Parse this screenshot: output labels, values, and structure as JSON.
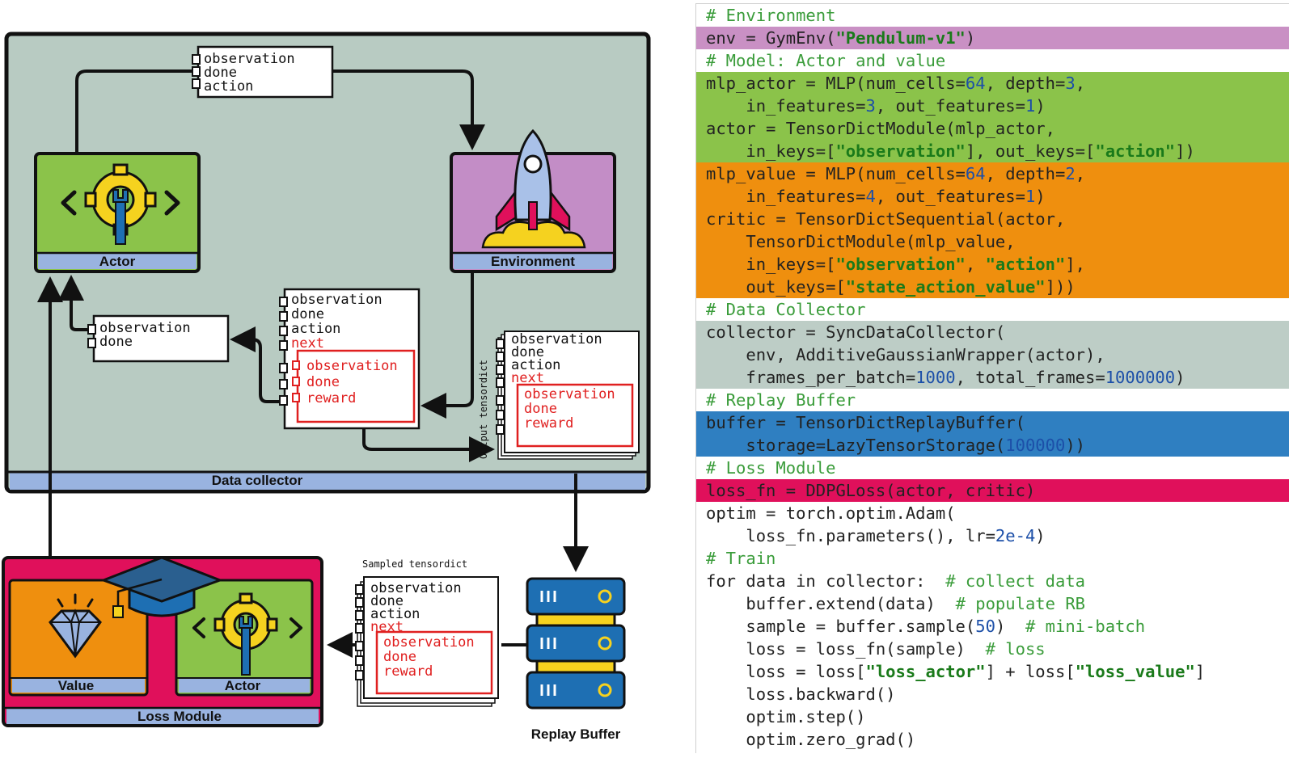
{
  "diagram": {
    "colors": {
      "data_collector": "#b8cbc2",
      "actor_green": "#8bc34a",
      "env_purple": "#c38dc6",
      "label_blue": "#99b3e0",
      "loss_magenta": "#e0105b",
      "value_orange": "#ef8f0e",
      "replay_blue": "#1e6fb3",
      "replay_yellow": "#f7d21e",
      "red_text": "#e02020"
    },
    "labels": {
      "actor": "Actor",
      "environment": "Environment",
      "data_collector": "Data collector",
      "value": "Value",
      "loss_actor": "Actor",
      "loss_module": "Loss Module",
      "replay_buffer": "Replay Buffer",
      "output_tensordict": "Output tensordict",
      "sampled_tensordict": "Sampled tensordict"
    },
    "top_td": [
      "observation",
      "done",
      "action"
    ],
    "small_td": [
      "observation",
      "done"
    ],
    "step_td": {
      "keys": [
        "observation",
        "done",
        "action"
      ],
      "next_label": "next",
      "next_keys": [
        "observation",
        "done",
        "reward"
      ]
    },
    "icons": [
      "gear-wrench-icon",
      "rocket-icon",
      "diamond-icon",
      "graduation-cap-icon",
      "server-icon"
    ]
  },
  "code": {
    "colors": {
      "env": "#c990c4",
      "model": "#8bc34a",
      "value": "#ef8f0e",
      "collector": "#bdcdc6",
      "buffer": "#2f7fc1",
      "loss": "#e0105b"
    },
    "lines": {
      "c_env": "# Environment",
      "env_1": "env = GymEnv(",
      "env_s": "\"Pendulum-v1\"",
      "env_2": ")",
      "c_model": "# Model: Actor and value",
      "m1a": "mlp_actor = MLP(num_cells=",
      "m1n1": "64",
      "m1b": ", depth=",
      "m1n2": "3",
      "m1c": ",",
      "m2a": "    in_features=",
      "m2n1": "3",
      "m2b": ", out_features=",
      "m2n2": "1",
      "m2c": ")",
      "m3": "actor = TensorDictModule(mlp_actor,",
      "m4a": "    in_keys=[",
      "m4s1": "\"observation\"",
      "m4b": "], out_keys=[",
      "m4s2": "\"action\"",
      "m4c": "])",
      "v1a": "mlp_value = MLP(num_cells=",
      "v1n1": "64",
      "v1b": ", depth=",
      "v1n2": "2",
      "v1c": ",",
      "v2a": "    in_features=",
      "v2n1": "4",
      "v2b": ", out_features=",
      "v2n2": "1",
      "v2c": ")",
      "v3": "critic = TensorDictSequential(actor,",
      "v4": "    TensorDictModule(mlp_value,",
      "v5a": "    in_keys=[",
      "v5s1": "\"observation\"",
      "v5b": ", ",
      "v5s2": "\"action\"",
      "v5c": "],",
      "v6a": "    out_keys=[",
      "v6s": "\"state_action_value\"",
      "v6b": "]))",
      "c_collector": "# Data Collector",
      "d1": "collector = SyncDataCollector(",
      "d2": "    env, AdditiveGaussianWrapper(actor),",
      "d3a": "    frames_per_batch=",
      "d3n1": "1000",
      "d3b": ", total_frames=",
      "d3n2": "1000000",
      "d3c": ")",
      "c_buffer": "# Replay Buffer",
      "b1": "buffer = TensorDictReplayBuffer(",
      "b2a": "    storage=LazyTensorStorage(",
      "b2n": "100000",
      "b2b": "))",
      "c_loss": "# Loss Module",
      "l1": "loss_fn = DDPGLoss(actor, critic)",
      "o1": "optim = torch.optim.Adam(",
      "o2a": "    loss_fn.parameters(), lr=",
      "o2n": "2e-4",
      "o2b": ")",
      "c_train": "# Train",
      "t1a": "for data in collector:  ",
      "t1c": "# collect data",
      "t2a": "    buffer.extend(data)  ",
      "t2c": "# populate RB",
      "t3a": "    sample = buffer.sample(",
      "t3n": "50",
      "t3b": ")  ",
      "t3c": "# mini-batch",
      "t4a": "    loss = loss_fn(sample)  ",
      "t4c": "# loss",
      "t5a": "    loss = loss[",
      "t5s1": "\"loss_actor\"",
      "t5b": "] + loss[",
      "t5s2": "\"loss_value\"",
      "t5c": "]",
      "t6": "    loss.backward()",
      "t7": "    optim.step()",
      "t8": "    optim.zero_grad()"
    }
  }
}
